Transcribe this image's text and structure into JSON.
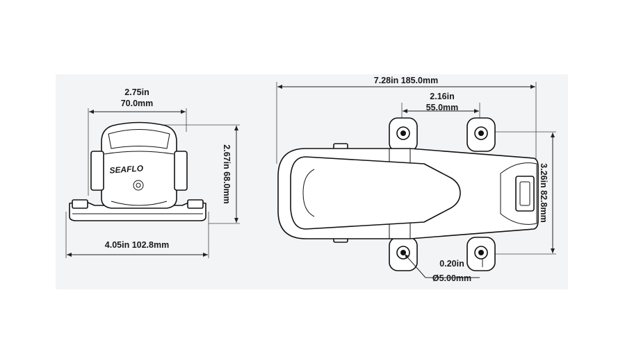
{
  "front_view": {
    "brand": "SEAFLO",
    "width_label_in": "2.75in",
    "width_label_mm": "70.0mm",
    "height_label": "2.67in 68.0mm",
    "base_label": "4.05in  102.8mm"
  },
  "top_view": {
    "length_label": "7.28in  185.0mm",
    "hole_spacing_in": "2.16in",
    "hole_spacing_mm": "55.0mm",
    "width_label": "3.26in  82.8mm",
    "hole_dia_in": "0.20in",
    "hole_dia_mm": "Ø5.00mm"
  },
  "colors": {
    "panel": "#f3f4f6",
    "line": "#111111"
  }
}
